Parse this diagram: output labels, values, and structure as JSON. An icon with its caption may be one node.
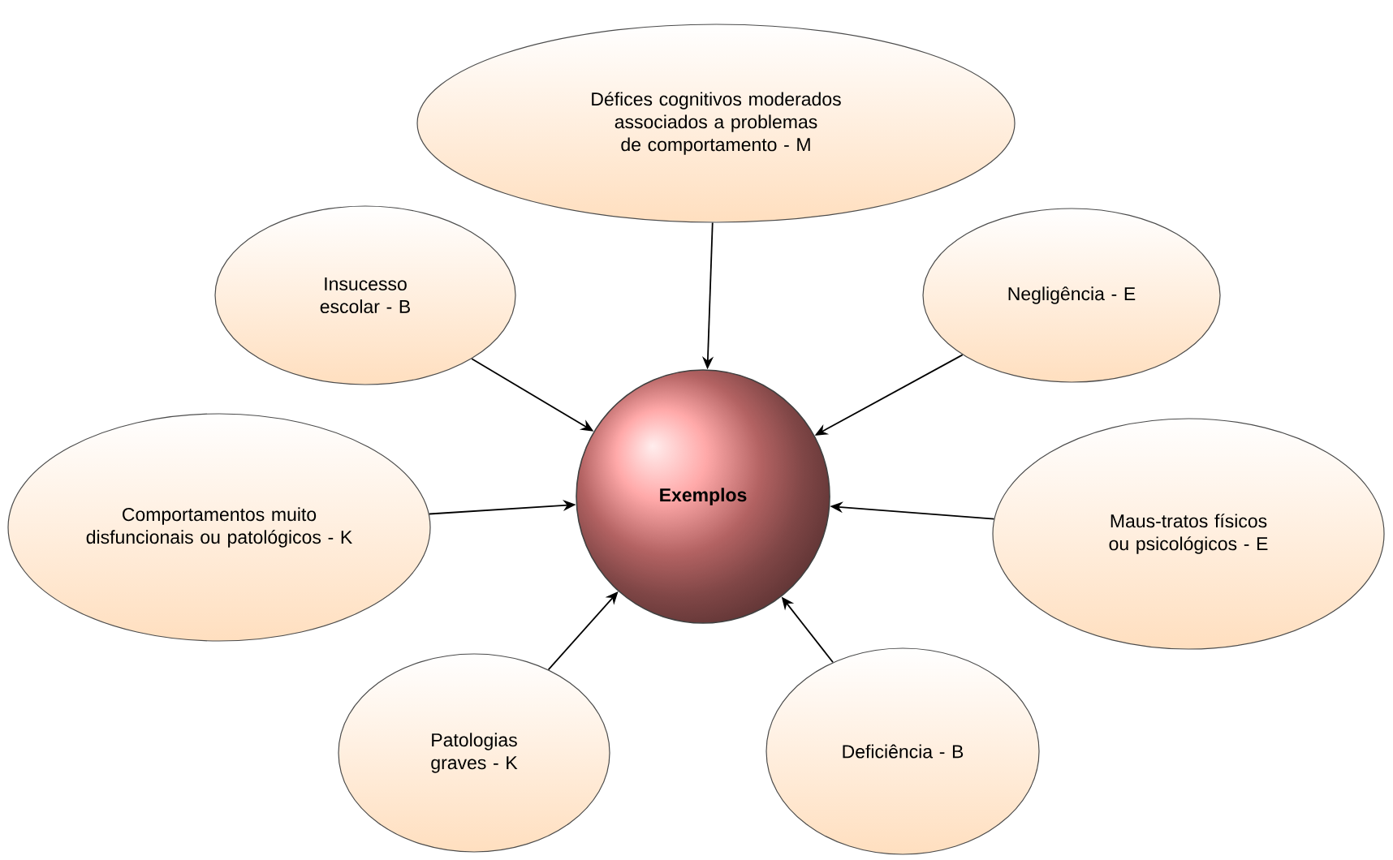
{
  "diagram": {
    "nodes": [
      {
        "text": [
          "Défices cognitivos moderados associados a problemas de comportamento - M"
        ]
      },
      {
        "text": [
          "Insucesso escolar - B"
        ]
      },
      {
        "text": [
          "Negligência - E"
        ]
      },
      {
        "text": [
          "Exemplos"
        ]
      },
      {
        "text": [
          "Comportamentos muito disfuncionais ou patológicos - K"
        ]
      },
      {
        "text": [
          "Maus-tratos físicos ou psicológicos - E"
        ]
      },
      {
        "text": [
          "Patologias graves - K"
        ]
      },
      {
        "text": [
          "Deficiência - B"
        ]
      }
    ],
    "edges": [
      {
        "from": 0,
        "to": 3,
        "arrow": "to"
      },
      {
        "from": 1,
        "to": 3,
        "arrow": "to"
      },
      {
        "from": 2,
        "to": 3,
        "arrow": "to"
      },
      {
        "from": 4,
        "to": 3,
        "arrow": "to"
      },
      {
        "from": 5,
        "to": 3,
        "arrow": "to"
      },
      {
        "from": 6,
        "to": 3,
        "arrow": "to"
      },
      {
        "from": 7,
        "to": 3,
        "arrow": "to"
      }
    ]
  }
}
